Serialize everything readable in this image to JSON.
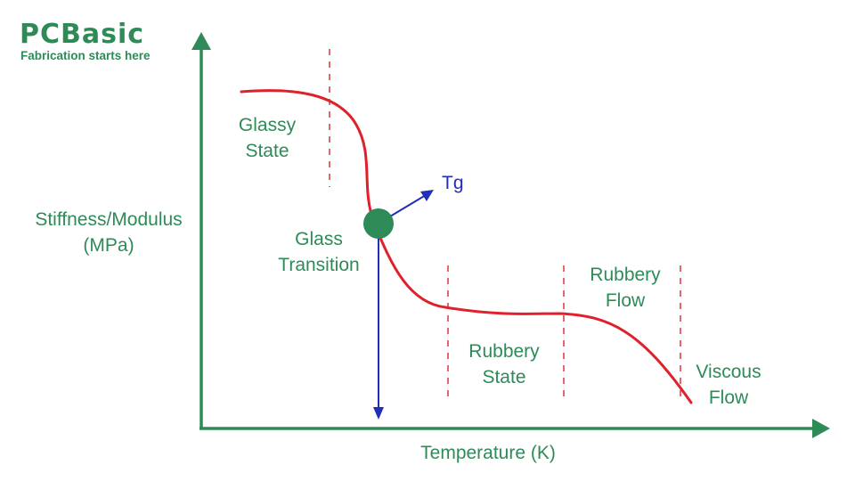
{
  "logo": {
    "name": "PCBasic",
    "tagline": "Fabrication starts here"
  },
  "axes": {
    "y_label_line1": "Stiffness/Modulus",
    "y_label_line2": "(MPa)",
    "x_label": "Temperature (K)"
  },
  "regions": {
    "glassy_line1": "Glassy",
    "glassy_line2": "State",
    "glass_transition_line1": "Glass",
    "glass_transition_line2": "Transition",
    "rubbery_state_line1": "Rubbery",
    "rubbery_state_line2": "State",
    "rubbery_flow_line1": "Rubbery",
    "rubbery_flow_line2": "Flow",
    "viscous_flow_line1": "Viscous",
    "viscous_flow_line2": "Flow"
  },
  "marker": {
    "label": "Tg"
  },
  "colors": {
    "axis": "#2e8b57",
    "curve": "#e0202a",
    "marker": "#2e8b57",
    "arrow": "#1f2fb8",
    "divider": "#d9363e"
  }
}
